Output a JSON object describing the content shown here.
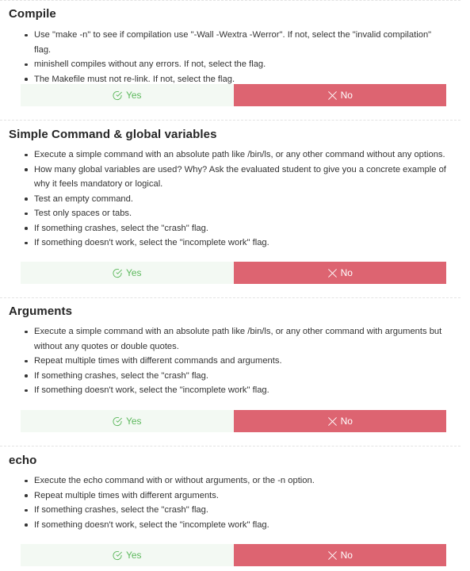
{
  "sections": [
    {
      "title": "Compile",
      "items": [
        "Use \"make -n\" to see if compilation use \"-Wall -Wextra -Werror\". If not, select the \"invalid compilation\" flag.",
        "minishell compiles without any errors. If not, select the flag.",
        "The Makefile must not re-link. If not, select the flag."
      ],
      "yes_label": "Yes",
      "no_label": "No"
    },
    {
      "title": "Simple Command & global variables",
      "items": [
        "Execute a simple command with an absolute path like /bin/ls, or any other command without any options.",
        "How many global variables are used? Why? Ask the evaluated student to give you a concrete example of why it feels mandatory or logical.",
        "Test an empty command.",
        "Test only spaces or tabs.",
        "If something crashes, select the \"crash\" flag.",
        "If something doesn't work, select the \"incomplete work\" flag."
      ],
      "yes_label": "Yes",
      "no_label": "No"
    },
    {
      "title": "Arguments",
      "items": [
        "Execute a simple command with an absolute path like /bin/ls, or any other command with arguments but without any quotes or double quotes.",
        "Repeat multiple times with different commands and arguments.",
        "If something crashes, select the \"crash\" flag.",
        "If something doesn't work, select the \"incomplete work\" flag."
      ],
      "yes_label": "Yes",
      "no_label": "No"
    },
    {
      "title": "echo",
      "items": [
        "Execute the echo command with or without arguments, or the -n option.",
        "Repeat multiple times with different arguments.",
        "If something crashes, select the \"crash\" flag.",
        "If something doesn't work, select the \"incomplete work\" flag."
      ],
      "yes_label": "Yes",
      "no_label": "No"
    }
  ],
  "icons": {
    "yes": "check-circle-icon",
    "no": "x-icon"
  },
  "colors": {
    "yes_bg": "#f3f9f3",
    "yes_text": "#5cb85c",
    "no_bg": "#dd6471",
    "no_text": "#ffffff"
  }
}
